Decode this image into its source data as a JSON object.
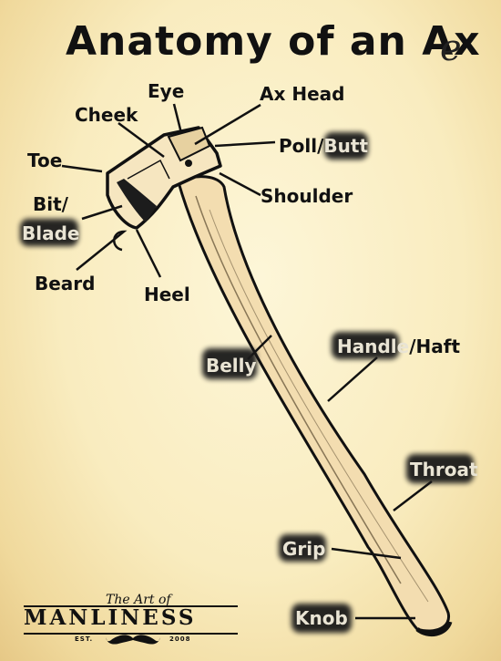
{
  "title": {
    "main": "Anatomy of an Ax",
    "tail": "e"
  },
  "labels": {
    "eye": "Eye",
    "ax_head": "Ax Head",
    "cheek": "Cheek",
    "poll_butt_a": "Poll/",
    "poll_butt_b": "Butt",
    "toe": "Toe",
    "shoulder": "Shoulder",
    "bit_blade_a": "Bit/",
    "bit_blade_b": "Blade",
    "beard": "Beard",
    "heel": "Heel",
    "belly": "Belly",
    "handle_haft_a": "Handle",
    "handle_haft_b": "/Haft",
    "throat": "Throat",
    "grip": "Grip",
    "knob": "Knob"
  },
  "logo": {
    "script": "The Art of",
    "wordmark": "MANLINESS",
    "est": "EST.",
    "year": "2008"
  },
  "colors": {
    "paper": "#f9ecbf",
    "ink": "#111111",
    "handle": "#f3ddb0",
    "smudge": "#1a1a1a"
  }
}
